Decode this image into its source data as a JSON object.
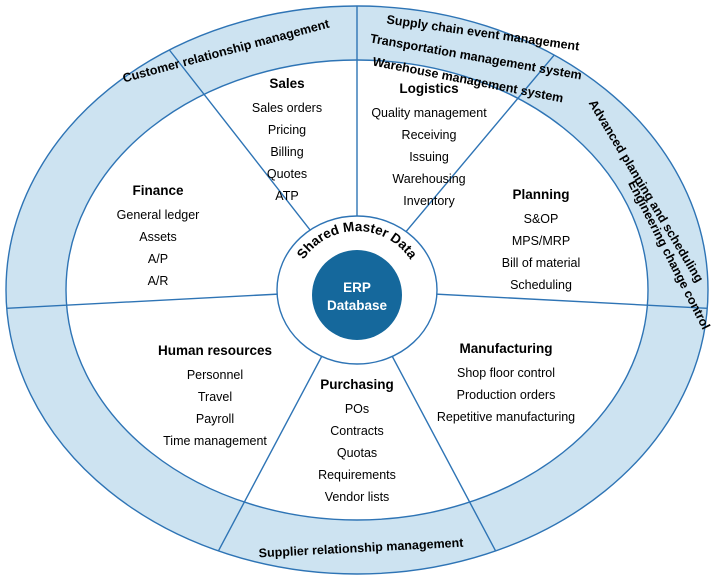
{
  "center": {
    "line1": "ERP",
    "line2": "Database",
    "ring_label": "Shared Master Data"
  },
  "segments": [
    {
      "title": "Sales",
      "items": [
        "Sales orders",
        "Pricing",
        "Billing",
        "Quotes",
        "ATP"
      ]
    },
    {
      "title": "Logistics",
      "items": [
        "Quality management",
        "Receiving",
        "Issuing",
        "Warehousing",
        "Inventory"
      ]
    },
    {
      "title": "Planning",
      "items": [
        "S&OP",
        "MPS/MRP",
        "Bill of material",
        "Scheduling"
      ]
    },
    {
      "title": "Manufacturing",
      "items": [
        "Shop floor control",
        "Production orders",
        "Repetitive manufacturing"
      ]
    },
    {
      "title": "Purchasing",
      "items": [
        "POs",
        "Contracts",
        "Quotas",
        "Requirements",
        "Vendor lists"
      ]
    },
    {
      "title": "Human resources",
      "items": [
        "Personnel",
        "Travel",
        "Payroll",
        "Time management"
      ]
    },
    {
      "title": "Finance",
      "items": [
        "General ledger",
        "Assets",
        "A/P",
        "A/R"
      ]
    }
  ],
  "outer_labels": [
    "Customer relationship management",
    "Supply chain event management",
    "Transportation management system",
    "Warehouse management system",
    "Advanced planning and scheduling",
    "Engineering change control",
    "Supplier relationship management"
  ],
  "colors": {
    "accent_blue": "#2e74b5",
    "ring_fill": "#cde3f1",
    "center_fill": "#15689c",
    "text": "#000000"
  }
}
